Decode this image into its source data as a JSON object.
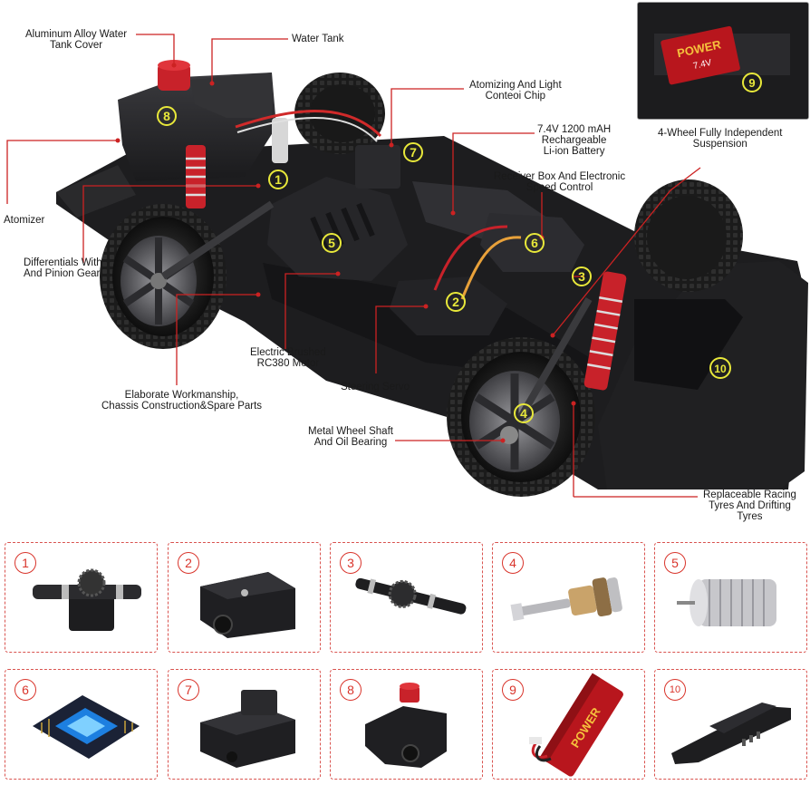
{
  "callouts": {
    "water_tank_cover": [
      "Aluminum Alloy Water",
      "Tank Cover"
    ],
    "water_tank": [
      "Water Tank"
    ],
    "atomizing_chip": [
      "Atomizing And Light",
      "Conteoi Chip"
    ],
    "battery": [
      "7.4V 1200 mAH",
      "Rechargeable",
      "Li-ion Battery"
    ],
    "receiver_box": [
      "Receiver Box And Electronic",
      "Speed Control"
    ],
    "suspension": [
      "4-Wheel Fully Independent",
      "Suspension"
    ],
    "atomizer": [
      "Atomizer"
    ],
    "differentials": [
      "Differentials With",
      "And Pinion Gear"
    ],
    "motor": [
      "Electric Brushed",
      "RC380 Motor"
    ],
    "steering_servo": [
      "Steering Servo"
    ],
    "workmanship": [
      "Elaborate Workmanship,",
      "Chassis Construction&Spare Parts"
    ],
    "wheel_shaft": [
      "Metal Wheel Shaft",
      "And Oil Bearing"
    ],
    "tyres": [
      "Replaceable Racing",
      "Tyres And Drifting",
      "Tyres"
    ]
  },
  "markers": [
    "1",
    "2",
    "3",
    "4",
    "5",
    "6",
    "7",
    "8",
    "9",
    "10"
  ],
  "battery_print": {
    "voltage": "7.4V",
    "brand": "POWER"
  },
  "parts": [
    {
      "num": "1",
      "icon": "differential-gear-icon"
    },
    {
      "num": "2",
      "icon": "steering-servo-icon"
    },
    {
      "num": "3",
      "icon": "drive-shaft-icon"
    },
    {
      "num": "4",
      "icon": "wheel-shaft-bearing-icon"
    },
    {
      "num": "5",
      "icon": "brushed-motor-icon"
    },
    {
      "num": "6",
      "icon": "circuit-chip-icon"
    },
    {
      "num": "7",
      "icon": "receiver-box-icon"
    },
    {
      "num": "8",
      "icon": "water-tank-icon"
    },
    {
      "num": "9",
      "icon": "battery-pack-icon"
    },
    {
      "num": "10",
      "icon": "bumper-icon"
    }
  ],
  "colors": {
    "accent": "#d9342b",
    "marker": "#e8e83a",
    "chassis": "#2b2b2e",
    "shock": "#c8222a"
  }
}
